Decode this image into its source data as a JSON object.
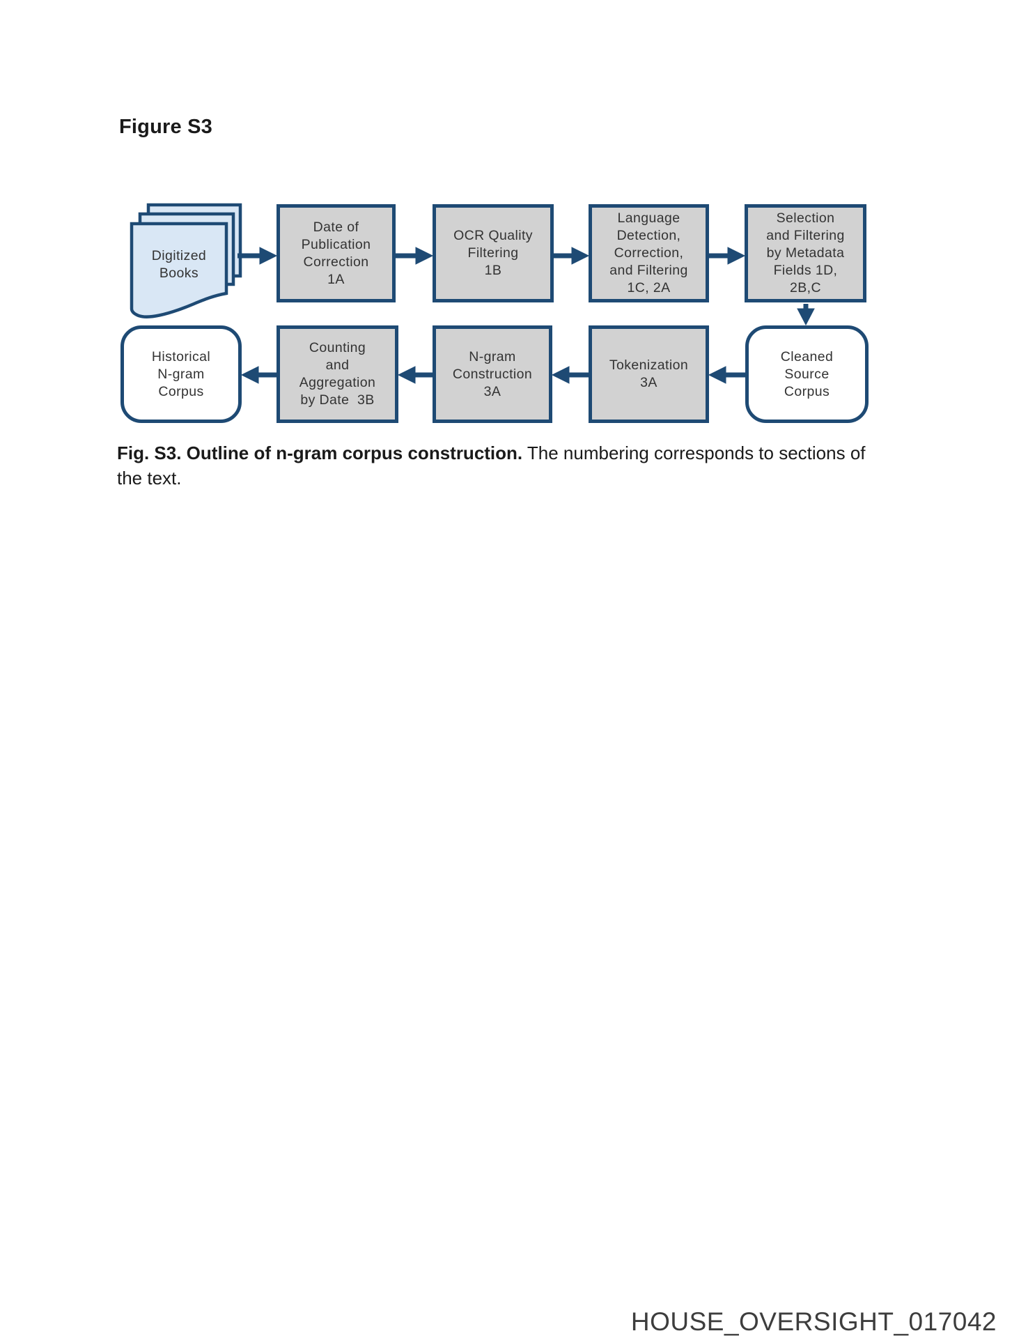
{
  "page": {
    "heading": "Figure S3",
    "caption_bold": "Fig. S3. Outline of n-gram corpus construction.",
    "caption_regular": " The numbering corresponds to sections of the text.",
    "bates_number": "HOUSE_OVERSIGHT_017042"
  },
  "colors": {
    "navy_line": "#1e4a74",
    "process_fill": "#d2d2d2",
    "document_fill": "#d9e7f5",
    "page_background": "#ffffff"
  },
  "diagram": {
    "doc_stack": {
      "icon": "document-stack-icon",
      "label": "Digitized\nBooks"
    },
    "nodes": {
      "date_correction": "Date of\nPublication\nCorrection\n1A",
      "ocr_quality": "OCR Quality\nFiltering\n1B",
      "language": "Language\nDetection,\nCorrection,\nand Filtering\n1C, 2A",
      "selection": "Selection\nand Filtering\nby Metadata\nFields 1D,\n2B,C",
      "historical": "Historical\nN-gram\nCorpus",
      "counting": "Counting\nand\nAggregation\nby Date  3B",
      "ngram_construction": "N-gram\nConstruction\n3A",
      "tokenization": "Tokenization\n3A",
      "cleaned": "Cleaned\nSource\nCorpus"
    },
    "icons": {
      "flow_arrow": "flow-arrow-icon"
    }
  }
}
